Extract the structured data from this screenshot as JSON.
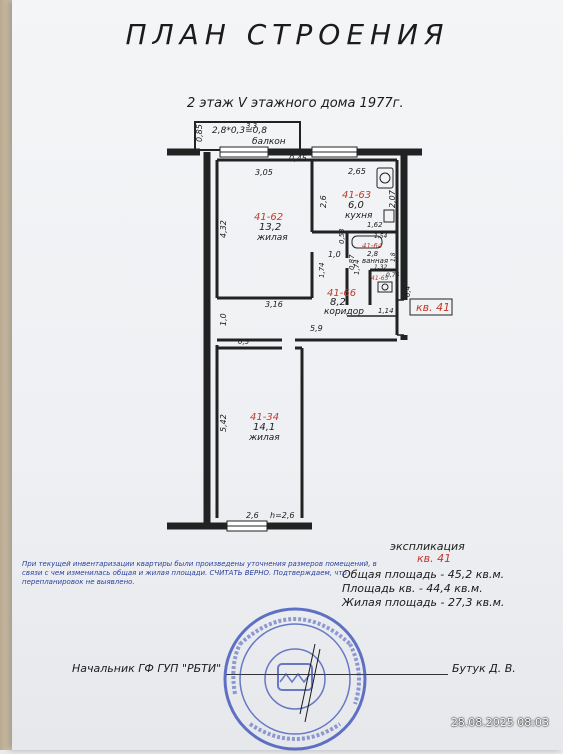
{
  "document": {
    "title": "ПЛАН СТРОЕНИЯ",
    "subtitle": "2 этаж   V этажного дома    1977г."
  },
  "plan": {
    "balcony": {
      "label": "балкон",
      "dims": "2,8*0,3=0,8",
      "dim_left": "0,85",
      "dim_top": "3,3"
    },
    "rooms": [
      {
        "id": "41-62",
        "area": "13,2",
        "name": "жилая"
      },
      {
        "id": "41-63",
        "area": "6,0",
        "name": "кухня"
      },
      {
        "id": "41-64",
        "area": "2,8",
        "name": "ванная"
      },
      {
        "id": "41-65",
        "area": "",
        "name": ""
      },
      {
        "id": "41-66",
        "area": "8,2",
        "name": "коридор"
      },
      {
        "id": "41-34",
        "area": "14,1",
        "name": "жилая"
      }
    ],
    "dimensions": {
      "d_305": "3,05",
      "d_045": "0,45",
      "d_265": "2,65",
      "d_432": "4,32",
      "d_26": "2,6",
      "d_207": "2,07",
      "d_162": "1,62",
      "d_154": "1,54",
      "d_053": "0,53",
      "d_10a": "1,0",
      "d_174a": "1,74",
      "d_174b": "1,74",
      "d_087": "0,87",
      "d_132": "1,32",
      "d_076": "0,76",
      "d_18": "1,8",
      "d_316": "3,16",
      "d_10b": "1,0",
      "d_59": "5,9",
      "d_114": "1,14",
      "d_04": "0,4",
      "d_05": "0,5",
      "d_542": "5,42",
      "d_26b": "2,6",
      "d_h": "h=2,6"
    },
    "apartment_tag": "кв. 41"
  },
  "explication": {
    "title": "экспликация",
    "apartment": "кв. 41",
    "total": "Общая площадь - 45,2 кв.м.",
    "apt_area": "Площадь кв. - 44,4 кв.м.",
    "living": "Жилая площадь - 27,3 кв.м."
  },
  "note": "При текущей инвентаризации квартиры были произведены уточнения размеров помещений, в связи с чем изменилась общая и жилая площади. СЧИТАТЬ ВЕРНО. Подтверждаем, что перепланировок не выявлено.",
  "signature": {
    "left": "Начальник ГФ ГУП \"РБТИ\"",
    "right": "Бутук Д. В."
  },
  "timestamp": "28.08.2025  08:03",
  "colors": {
    "ink": "#1b1b1b",
    "red_ink": "#c0392b",
    "stamp_blue": "#2f47b5",
    "note_blue": "#2a3f9e"
  }
}
